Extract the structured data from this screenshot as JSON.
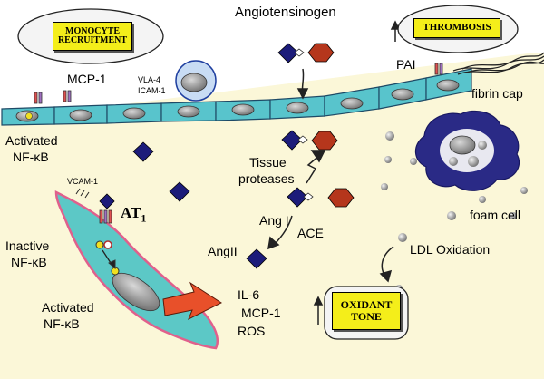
{
  "labels": {
    "angiotensinogen": "Angiotensinogen",
    "monocyte_line1": "MONOCYTE",
    "monocyte_line2": "RECRUITMENT",
    "thrombosis": "THROMBOSIS",
    "mcp1_top": "MCP-1",
    "vla4": "VLA-4",
    "icam1": "ICAM-1",
    "pai": "PAI",
    "fibrin_cap": "fibrin cap",
    "activated_nfkb_top_line1": "Activated",
    "activated_nfkb_top_line2": "NF-κB",
    "tissue_line1": "Tissue",
    "tissue_line2": "proteases",
    "vcam1": "VCAM-1",
    "at1_main": "AT",
    "at1_sub": "1",
    "ang1": "Ang I",
    "ace": "ACE",
    "angii": "AngII",
    "inactive_line1": "Inactive",
    "inactive_line2": "NF-κB",
    "foam_cell": "foam cell",
    "ldl_oxidation": "LDL Oxidation",
    "activated_nfkb_bottom_line1": "Activated",
    "activated_nfkb_bottom_line2": "NF-κB",
    "il6": "IL-6",
    "mcp1_bottom": "MCP-1",
    "ros": "ROS",
    "oxidant_line1": "OXIDANT",
    "oxidant_line2": "TONE"
  },
  "colors": {
    "interstitium": "#fbf7d8",
    "endothelium": "#58c4cc",
    "nucleus": "#9a9a9a",
    "angiotensin": "#1c1c7a",
    "protease": "#b5361c",
    "callout_box": "#f4ee1a",
    "smooth_muscle": "#5cc8c6",
    "smooth_muscle_border": "#e0608c",
    "arrow_orange": "#e8502a"
  }
}
